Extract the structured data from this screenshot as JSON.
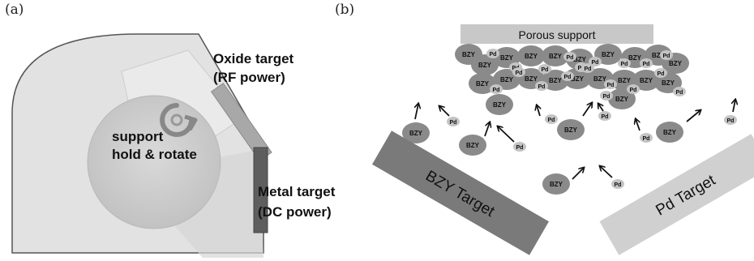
{
  "panels": {
    "a": {
      "label": "(a)",
      "oxide_target": [
        "Oxide target",
        "(RF power)"
      ],
      "support": [
        "support",
        "hold & rotate"
      ],
      "metal_target": [
        "Metal target",
        "(DC power)"
      ]
    },
    "b": {
      "label": "(b)",
      "porous_support": "Porous support",
      "bzy_target": "BZY Target",
      "pd_target": "Pd Target",
      "particle_bzy": "BZY",
      "particle_pd": "Pd"
    }
  },
  "colors": {
    "chamber": "#e2e2e2",
    "chamber_outline": "#555555",
    "support_circle": "#cfcfcf",
    "oxide_target": "#a8a8a8",
    "metal_target": "#5e5e5e",
    "porous_support": "#c8c8c8",
    "bzy_particle": "#8a8a8a",
    "pd_particle": "#c4c4c4",
    "bzy_target": "#7a7a7a",
    "pd_target": "#d0d0d0"
  }
}
